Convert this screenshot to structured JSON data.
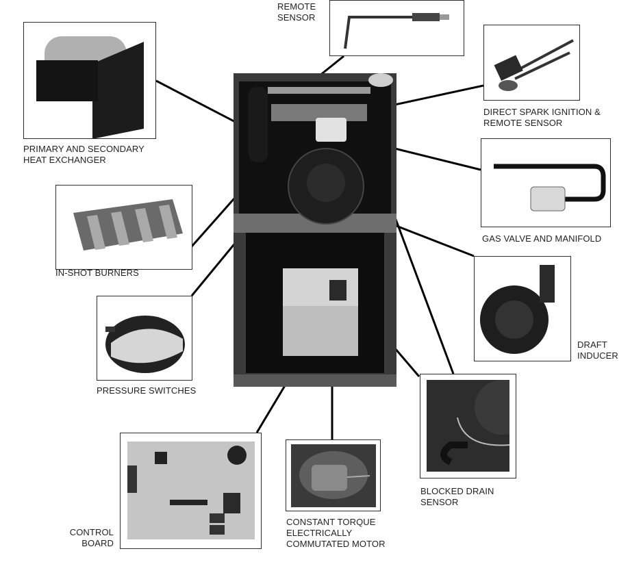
{
  "diagram": {
    "title": "Furnace component callout diagram",
    "center_unit": "furnace-cabinet",
    "components": [
      {
        "id": "remote-sensor",
        "lines": [
          "REMOTE",
          "SENSOR"
        ]
      },
      {
        "id": "heat-exchanger",
        "lines": [
          "PRIMARY AND SECONDARY",
          "HEAT EXCHANGER"
        ]
      },
      {
        "id": "direct-spark-ignition",
        "lines": [
          "DIRECT SPARK IGNITION &",
          "REMOTE SENSOR"
        ]
      },
      {
        "id": "gas-valve",
        "lines": [
          "GAS VALVE AND MANIFOLD"
        ]
      },
      {
        "id": "in-shot-burners",
        "lines": [
          "IN-SHOT BURNERS"
        ]
      },
      {
        "id": "draft-inducer",
        "lines": [
          "DRAFT",
          "INDUCER"
        ]
      },
      {
        "id": "pressure-switches",
        "lines": [
          "PRESSURE SWITCHES"
        ]
      },
      {
        "id": "blocked-drain-sensor",
        "lines": [
          "BLOCKED DRAIN",
          "SENSOR"
        ]
      },
      {
        "id": "control-board",
        "lines": [
          "CONTROL",
          "BOARD"
        ]
      },
      {
        "id": "ecm-motor",
        "lines": [
          "CONSTANT TORQUE",
          "ELECTRICALLY",
          "COMMUTATED MOTOR"
        ]
      }
    ]
  }
}
